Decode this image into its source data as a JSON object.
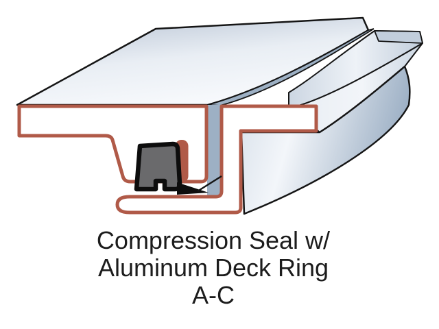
{
  "caption": {
    "line1": "Compression Seal w/",
    "line2": "Aluminum Deck Ring",
    "line3": "A-C"
  },
  "colors": {
    "outline_red": "#b05a48",
    "seal_gray": "#6a6a6c",
    "metal_light": "#f4f7fa",
    "metal_mid": "#c3cedd",
    "metal_dark": "#9db0c4",
    "edge_black": "#151515",
    "text": "#1c1c1c",
    "background": "#ffffff"
  }
}
